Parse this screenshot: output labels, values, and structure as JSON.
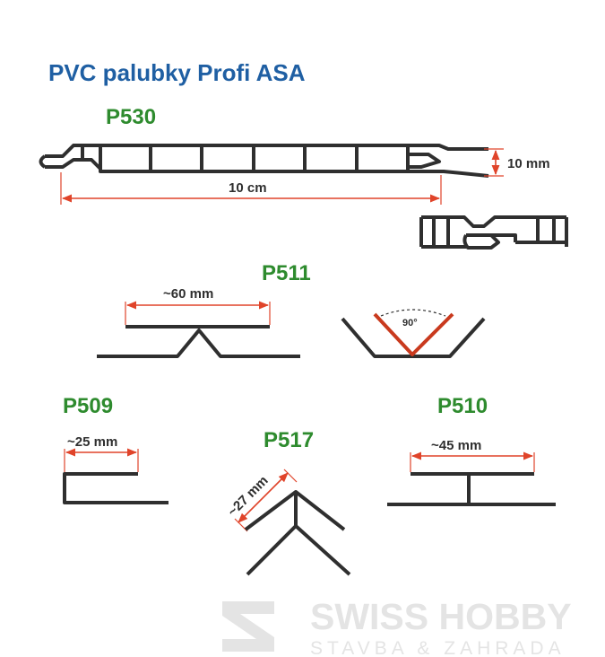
{
  "title": "PVC palubky Profi ASA",
  "colors": {
    "title": "#1f5fa3",
    "code": "#2e8b2e",
    "profile": "#2f2f2f",
    "dimension": "#e0442a",
    "accent": "#c93a1e",
    "watermark": "#e4e4e4"
  },
  "profiles": {
    "p530": {
      "code": "P530",
      "width_label": "10 cm",
      "thickness_label": "10 mm"
    },
    "p511": {
      "code": "P511",
      "width_label": "~60 mm",
      "angle_label": "90°"
    },
    "p509": {
      "code": "P509",
      "width_label": "~25 mm"
    },
    "p517": {
      "code": "P517",
      "width_label": "~27 mm"
    },
    "p510": {
      "code": "P510",
      "width_label": "~45 mm"
    }
  },
  "watermark": {
    "brand": "SWISS HOBBY",
    "tagline": "STAVBA & ZAHRADA",
    "logo_icon": "swiss-hobby-logo-icon"
  }
}
